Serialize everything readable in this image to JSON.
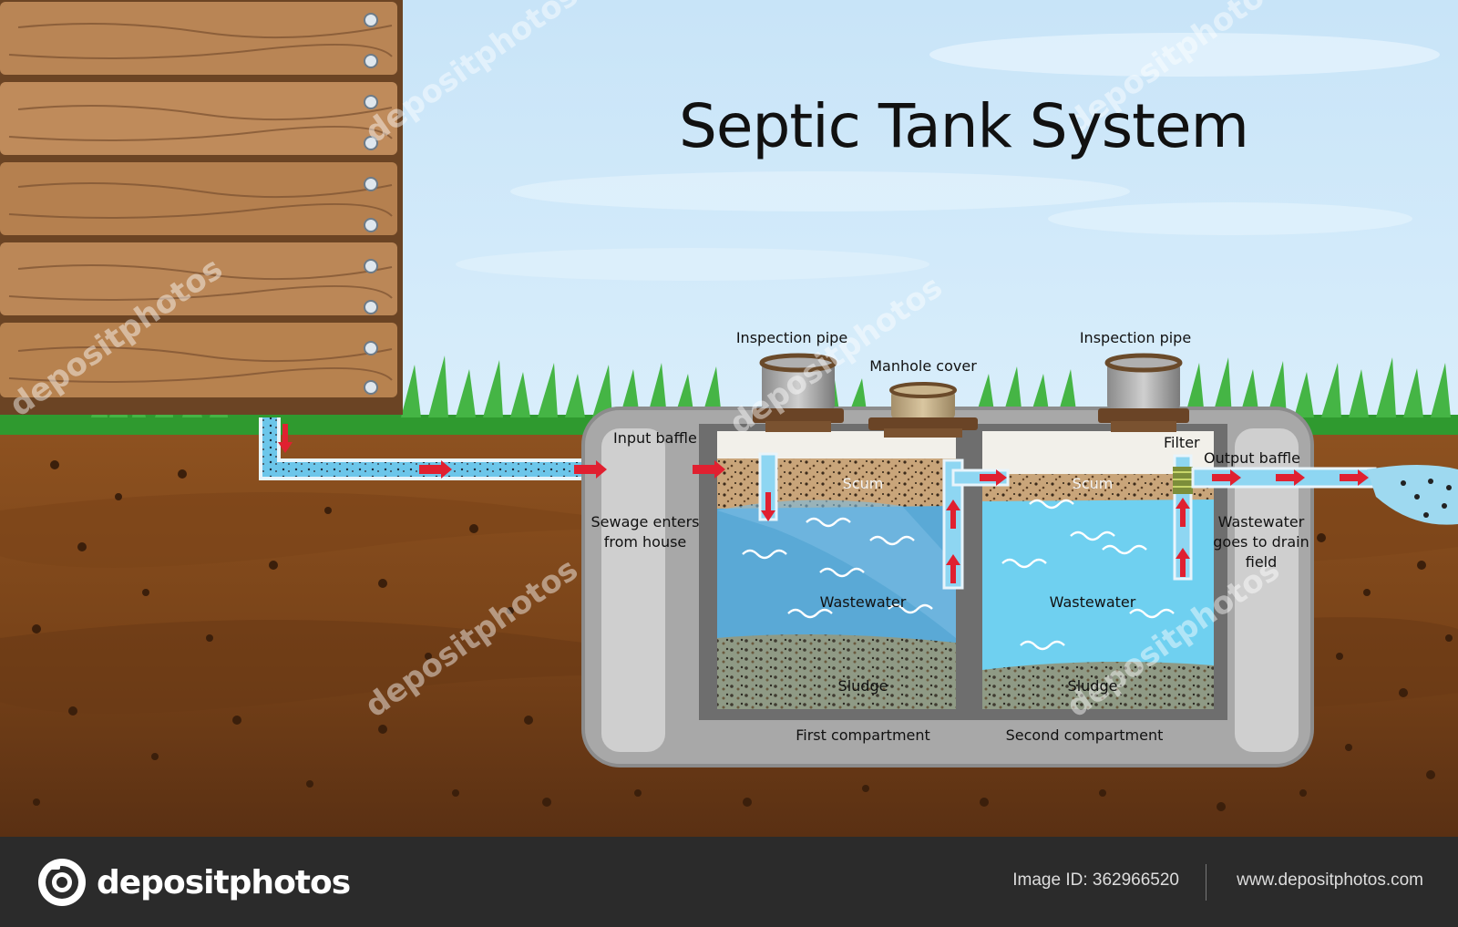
{
  "title": "Septic Tank System",
  "labels": {
    "inspection_pipe_left": "Inspection pipe",
    "inspection_pipe_right": "Inspection pipe",
    "manhole_cover": "Manhole cover",
    "input_baffle": "Input baffle",
    "filter": "Filter",
    "output_baffle": "Output baffle",
    "sewage_enters": "Sewage enters from house",
    "wastewater_out": "Wastewater goes to drain field",
    "scum_left": "Scum",
    "scum_right": "Scum",
    "wastewater_left": "Wastewater",
    "wastewater_right": "Wastewater",
    "sludge_left": "Sludge",
    "sludge_right": "Sludge",
    "first_compartment": "First compartment",
    "second_compartment": "Second compartment"
  },
  "watermark": "depositphotos",
  "footer": {
    "brand": "depositphotos",
    "image_id": "Image ID: 362966520",
    "site": "www.depositphotos.com"
  },
  "colors": {
    "sky": "#cfe8f8",
    "grass": "#3aa63a",
    "soil_top": "#8b4f1e",
    "soil_bottom": "#5a3013",
    "wood": "#b98555",
    "tank": "#a9a9a9",
    "water_left": "#5aa9d6",
    "water_right": "#6fd0f0",
    "arrow": "#e02030",
    "footer": "#2b2b2b"
  },
  "icons": [
    "camera-icon",
    "arrow-icon"
  ]
}
